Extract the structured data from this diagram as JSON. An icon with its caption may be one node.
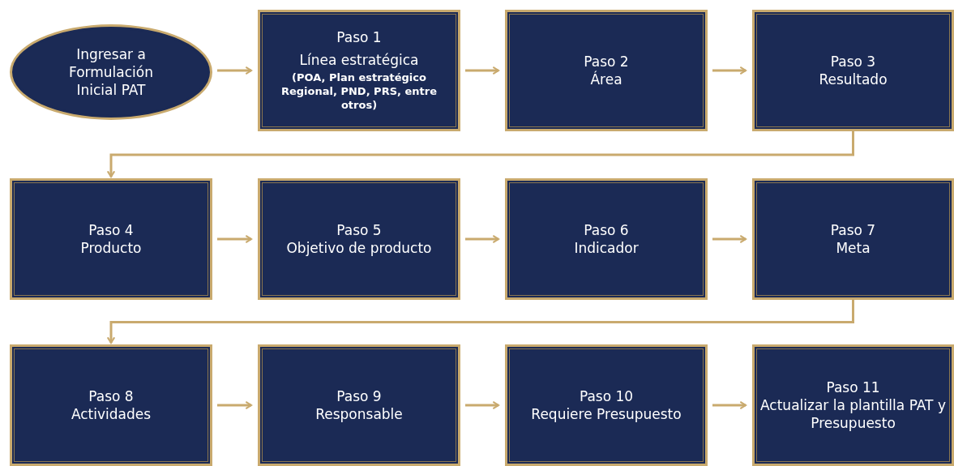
{
  "diagram": {
    "nodes": [
      {
        "text": [
          "Ingresar a Formulación Inicial PAT"
        ]
      },
      {
        "text": [
          "Paso 1",
          "Línea estratégica",
          "(POA, Plan estratégico Regional, PND, PRS, entre otros)"
        ]
      },
      {
        "text": [
          "Paso 2",
          "Área"
        ]
      },
      {
        "text": [
          "Paso 3",
          "Resultado"
        ]
      },
      {
        "text": [
          "Paso 4",
          "Producto"
        ]
      },
      {
        "text": [
          "Paso 5",
          "Objetivo de producto"
        ]
      },
      {
        "text": [
          "Paso 6",
          "Indicador"
        ]
      },
      {
        "text": [
          "Paso 7",
          "Meta"
        ]
      },
      {
        "text": [
          "Paso 8",
          "Actividades"
        ]
      },
      {
        "text": [
          "Paso 9",
          "Responsable"
        ]
      },
      {
        "text": [
          "Paso 10",
          "Requiere Presupuesto"
        ]
      },
      {
        "text": [
          "Paso 11",
          "Actualizar la plantilla PAT y Presupuesto"
        ]
      }
    ],
    "edges": [
      {
        "from": 0,
        "to": 1,
        "arrow": "to"
      },
      {
        "from": 1,
        "to": 2,
        "arrow": "to"
      },
      {
        "from": 2,
        "to": 3,
        "arrow": "to"
      },
      {
        "from": 3,
        "to": 4,
        "arrow": "to"
      },
      {
        "from": 4,
        "to": 5,
        "arrow": "to"
      },
      {
        "from": 5,
        "to": 6,
        "arrow": "to"
      },
      {
        "from": 6,
        "to": 7,
        "arrow": "to"
      },
      {
        "from": 7,
        "to": 8,
        "arrow": "to"
      },
      {
        "from": 8,
        "to": 9,
        "arrow": "to"
      },
      {
        "from": 9,
        "to": 10,
        "arrow": "to"
      },
      {
        "from": 10,
        "to": 11,
        "arrow": "to"
      }
    ]
  }
}
